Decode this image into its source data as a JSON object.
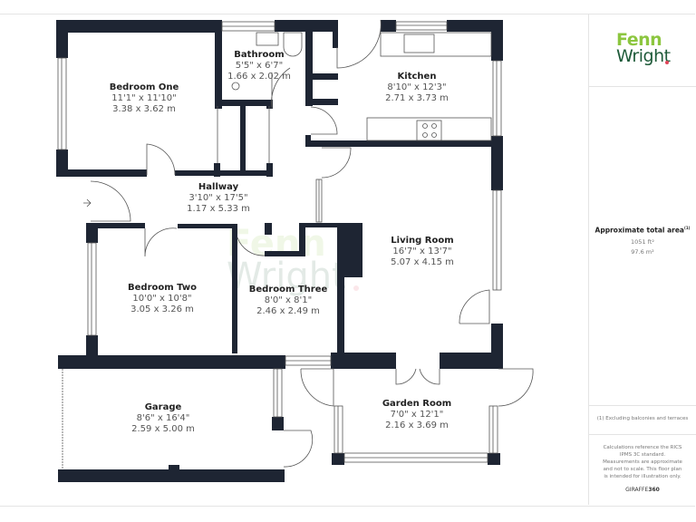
{
  "brand": {
    "logo_line1": "Fenn",
    "logo_line2": "Wright",
    "colors": {
      "green": "#8cc63f",
      "dark_green": "#1f5b3a",
      "dot": "#e0455a"
    }
  },
  "area": {
    "title": "Approximate total area",
    "title_sup": "(1)",
    "sqft": "1051 ft²",
    "sqm": "97.6 m²"
  },
  "footnote": "(1) Excluding balconies and terraces",
  "disclaimer": "Calculations reference the RICS IPMS 3C standard. Measurements are approximate and not to scale. This floor plan is intended for illustration only.",
  "credit": {
    "prefix": "GIRAFFE",
    "suffix": "360"
  },
  "wall_color": "#1e2533",
  "rooms": [
    {
      "name": "Bedroom One",
      "imperial": "11'1\" x 11'10\"",
      "metric": "3.38 x 3.62 m"
    },
    {
      "name": "Bathroom",
      "imperial": "5'5\" x 6'7\"",
      "metric": "1.66 x 2.02 m"
    },
    {
      "name": "Kitchen",
      "imperial": "8'10\" x 12'3\"",
      "metric": "2.71 x 3.73 m"
    },
    {
      "name": "Hallway",
      "imperial": "3'10\" x 17'5\"",
      "metric": "1.17 x 5.33 m"
    },
    {
      "name": "Living Room",
      "imperial": "16'7\" x 13'7\"",
      "metric": "5.07 x 4.15 m"
    },
    {
      "name": "Bedroom Two",
      "imperial": "10'0\" x 10'8\"",
      "metric": "3.05 x 3.26 m"
    },
    {
      "name": "Bedroom Three",
      "imperial": "8'0\" x 8'1\"",
      "metric": "2.46 x 2.49 m"
    },
    {
      "name": "Garage",
      "imperial": "8'6\" x 16'4\"",
      "metric": "2.59 x 5.00 m"
    },
    {
      "name": "Garden Room",
      "imperial": "7'0\" x 12'1\"",
      "metric": "2.16 x 3.69 m"
    }
  ]
}
